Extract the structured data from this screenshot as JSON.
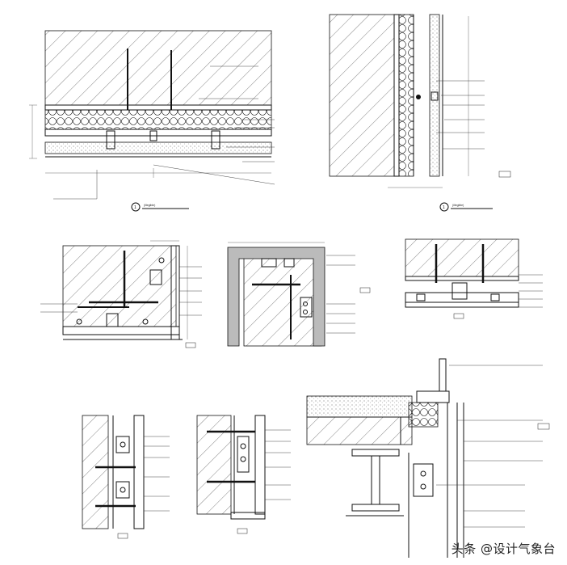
{
  "drawing": {
    "views": [
      {
        "id": "v1",
        "marker": "1",
        "caption": "(illegible)"
      },
      {
        "id": "v2",
        "marker": "1",
        "caption": "(illegible)"
      },
      {
        "id": "v3",
        "marker": "",
        "caption": ""
      },
      {
        "id": "v4",
        "marker": "",
        "caption": ""
      },
      {
        "id": "v5",
        "marker": "",
        "caption": ""
      },
      {
        "id": "v6",
        "marker": "",
        "caption": ""
      },
      {
        "id": "v7",
        "marker": "",
        "caption": ""
      },
      {
        "id": "v8",
        "marker": "",
        "caption": ""
      }
    ]
  },
  "watermark": {
    "text": "头条 @设计气象台"
  },
  "colors": {
    "ink": "#111111",
    "paper": "#ffffff",
    "hatch": "#333333"
  }
}
